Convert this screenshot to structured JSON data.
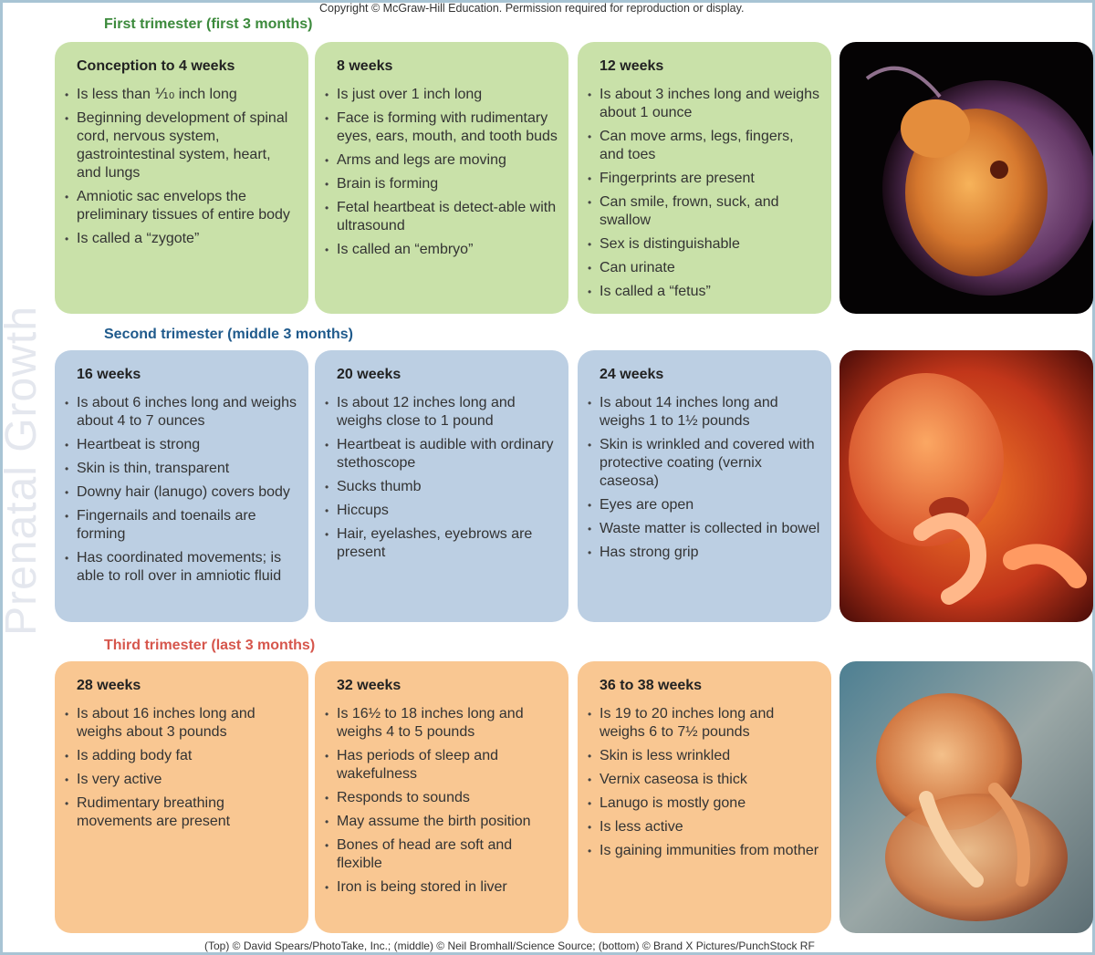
{
  "copyright": "Copyright © McGraw-Hill Education. Permission required for reproduction or display.",
  "side_title": "Prenatal Growth",
  "credits": "(Top) © David Spears/PhotoTake, Inc.; (middle) © Neil Bromhall/Science Source; (bottom) © Brand X Pictures/PunchStock RF",
  "colors": {
    "first_label": "#3c8a3c",
    "second_label": "#1f5a8c",
    "third_label": "#d6564c",
    "green_card": "#c9e1a9",
    "blue_card": "#bccfe3",
    "orange_card": "#f9c792"
  },
  "trimesters": [
    {
      "label": "First trimester (first 3 months)",
      "cards": [
        {
          "title": "Conception to 4 weeks",
          "items": [
            "Is less than ⅒ inch long",
            "Beginning development of spinal cord, nervous system, gastrointestinal system, heart, and lungs",
            "Amniotic sac envelops the preliminary tissues of entire body",
            "Is called a “zygote”"
          ]
        },
        {
          "title": "8 weeks",
          "items": [
            "Is just over 1 inch long",
            "Face is forming with rudimentary eyes, ears, mouth, and tooth buds",
            "Arms and legs are moving",
            "Brain is forming",
            "Fetal heartbeat is detect-able with ultrasound",
            "Is called an “embryo”"
          ]
        },
        {
          "title": "12 weeks",
          "items": [
            "Is about 3 inches long and weighs about 1 ounce",
            "Can move arms, legs, fingers, and toes",
            "Fingerprints are present",
            "Can smile, frown, suck, and swallow",
            "Sex is distinguishable",
            "Can urinate",
            "Is called a “fetus”"
          ]
        }
      ]
    },
    {
      "label": "Second trimester (middle 3 months)",
      "cards": [
        {
          "title": "16 weeks",
          "items": [
            "Is about 6 inches long and weighs about 4 to 7 ounces",
            "Heartbeat is strong",
            "Skin is thin, transparent",
            "Downy hair (lanugo) covers body",
            "Fingernails and toenails are forming",
            "Has coordinated movements; is able to roll over in amniotic fluid"
          ]
        },
        {
          "title": "20 weeks",
          "items": [
            "Is about 12 inches long and weighs close to 1 pound",
            "Heartbeat is audible with ordinary stethoscope",
            "Sucks thumb",
            "Hiccups",
            "Hair, eyelashes, eyebrows are present"
          ]
        },
        {
          "title": "24 weeks",
          "items": [
            "Is about 14 inches long and weighs 1 to 1½ pounds",
            "Skin is wrinkled and covered with protective coating (vernix caseosa)",
            "Eyes are open",
            "Waste matter is collected in bowel",
            "Has strong grip"
          ]
        }
      ]
    },
    {
      "label": "Third trimester (last 3 months)",
      "cards": [
        {
          "title": "28 weeks",
          "items": [
            "Is about 16 inches long and weighs about 3 pounds",
            "Is adding body fat",
            "Is very active",
            "Rudimentary breathing movements are present"
          ]
        },
        {
          "title": "32 weeks",
          "items": [
            "Is 16½ to 18 inches long and weighs 4 to 5 pounds",
            "Has periods of sleep and wakefulness",
            "Responds to sounds",
            "May assume the birth position",
            "Bones of head are soft and flexible",
            "Iron is being stored in liver"
          ]
        },
        {
          "title": "36 to 38 weeks",
          "items": [
            "Is 19 to 20 inches long and weighs 6 to 7½ pounds",
            "Skin is less wrinkled",
            "Vernix caseosa is thick",
            "Lanugo is mostly gone",
            "Is less active",
            "Is gaining immunities from mother"
          ]
        }
      ]
    }
  ]
}
